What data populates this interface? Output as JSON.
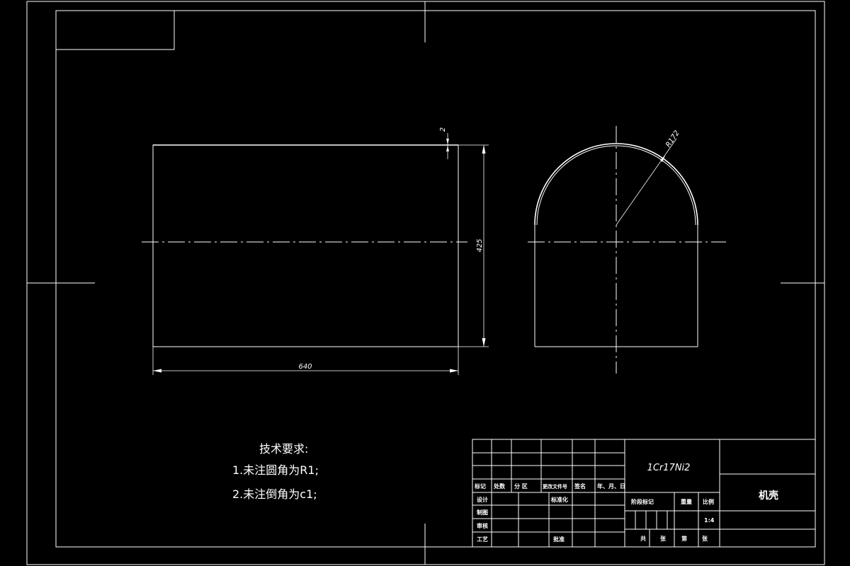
{
  "views": {
    "front": {
      "length_label": "640",
      "height_label": "425",
      "step_label": "2"
    },
    "side": {
      "radius_label": "R172"
    }
  },
  "notes": {
    "heading": "技术要求:",
    "items": [
      "1.未注圆角为R1;",
      "2.未注倒角为c1;"
    ]
  },
  "title_block": {
    "material": "1Cr17Ni2",
    "part_name": "机壳",
    "scale": "1:4",
    "row_labels": {
      "mark": "标记",
      "count": "处数",
      "zone": "分 区",
      "change_doc": "更改文件号",
      "signature": "签名",
      "date": "年、月、日",
      "design": "设计",
      "standardize": "标准化",
      "draw": "制图",
      "review": "审核",
      "process": "工艺",
      "approve": "批准"
    },
    "stage_mark": "阶段标记",
    "weight": "重量",
    "ratio": "比例",
    "sheet_info": [
      "共",
      "张",
      "第",
      "张"
    ]
  }
}
